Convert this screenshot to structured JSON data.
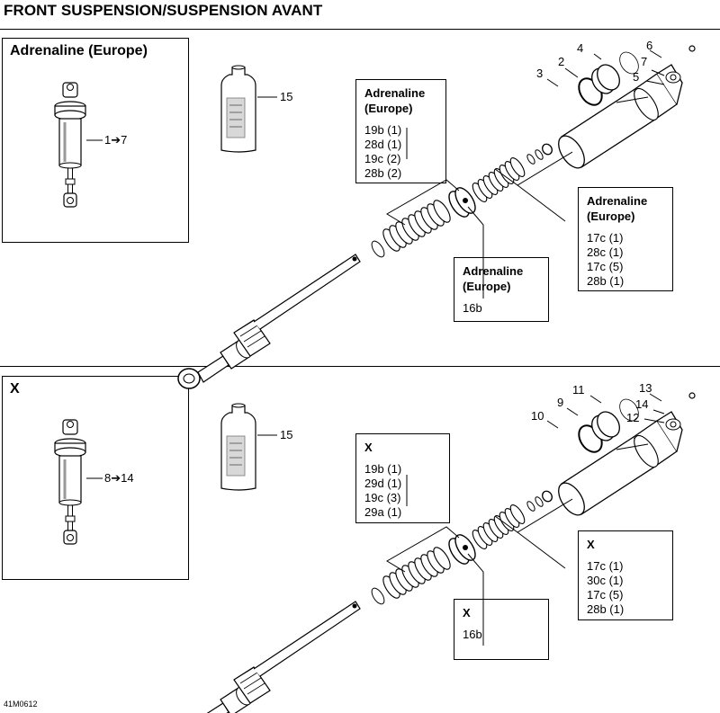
{
  "page_title": "FRONT SUSPENSION/SUSPENSION AVANT",
  "doc_code": "41M0612",
  "sections": [
    {
      "title": "Adrenaline (Europe)",
      "overview_label": "1➔7",
      "bottle_label": "15",
      "part_numbers": [
        "2",
        "3",
        "4",
        "5",
        "6",
        "7"
      ],
      "callout_top": {
        "header": "Adrenaline\n(Europe)",
        "lines": [
          "19b (1)",
          "28d (1)",
          "19c (2)",
          "28b (2)"
        ]
      },
      "callout_right": {
        "header": "Adrenaline\n(Europe)",
        "lines": [
          "17c (1)",
          "28c (1)",
          "17c (5)",
          "28b (1)"
        ]
      },
      "callout_bottom": {
        "header": "Adrenaline\n(Europe)",
        "lines": [
          "16b"
        ]
      }
    },
    {
      "title": "X",
      "overview_label": "8➔14",
      "bottle_label": "15",
      "part_numbers": [
        "9",
        "10",
        "11",
        "12",
        "13",
        "14"
      ],
      "callout_top": {
        "header": "X",
        "lines": [
          "19b (1)",
          "29d (1)",
          "19c (3)",
          "29a (1)"
        ]
      },
      "callout_right": {
        "header": "X",
        "lines": [
          "17c (1)",
          "30c (1)",
          "17c (5)",
          "28b (1)"
        ]
      },
      "callout_bottom": {
        "header": "X",
        "lines": [
          "16b"
        ]
      }
    }
  ]
}
